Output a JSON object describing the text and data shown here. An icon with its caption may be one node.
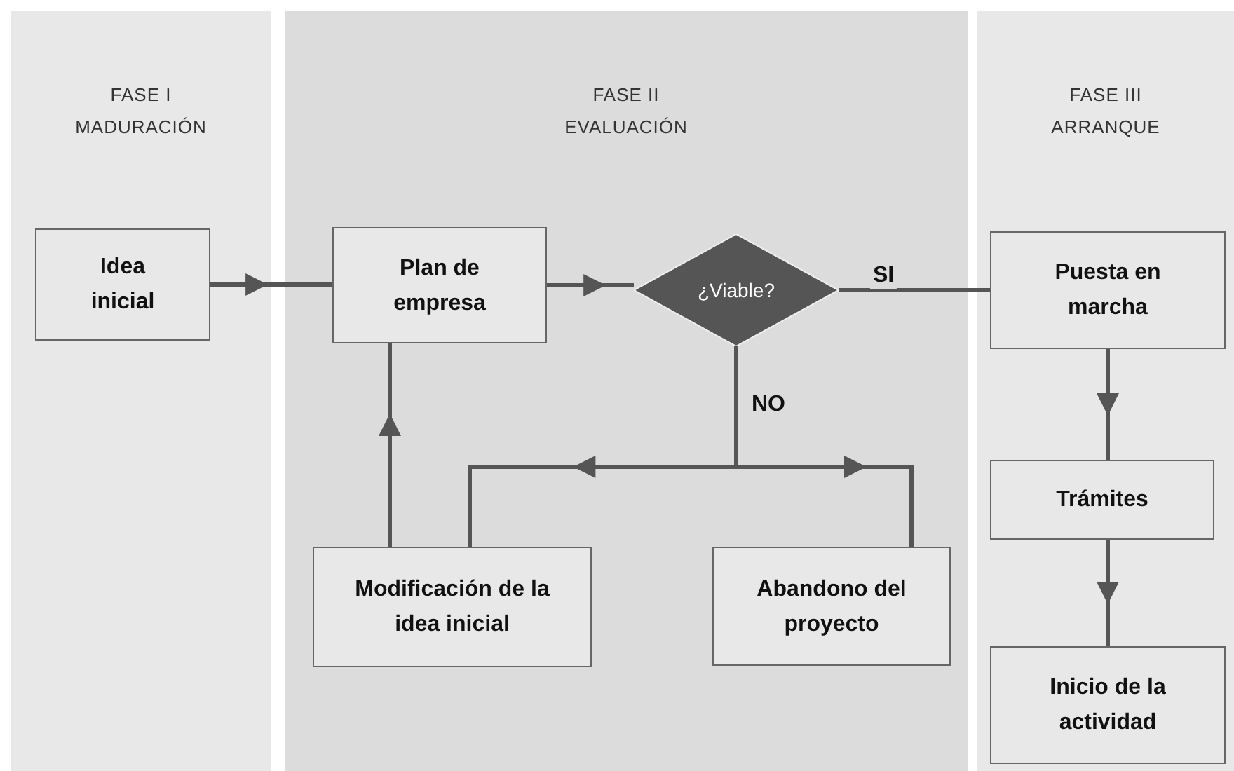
{
  "diagram": {
    "nodes": [
      {
        "text": [
          "FASE I",
          "MADURACIÓN"
        ]
      },
      {
        "text": [
          "Idea inicial"
        ],
        "in": 0
      },
      {
        "text": [
          "FASE II",
          "EVALUACIÓN"
        ]
      },
      {
        "text": [
          "Plan de empresa"
        ],
        "in": 2
      },
      {
        "text": [
          "¿Viable?"
        ],
        "in": 2
      },
      {
        "text": [
          "Modificación de la idea inicial"
        ],
        "in": 2
      },
      {
        "text": [
          "Abandono del proyecto"
        ],
        "in": 2
      },
      {
        "text": [
          "FASE III",
          "ARRANQUE"
        ]
      },
      {
        "text": [
          "Puesta en marcha"
        ],
        "in": 7
      },
      {
        "text": [
          "Trámites"
        ],
        "in": 7
      },
      {
        "text": [
          "Inicio de la actividad"
        ],
        "in": 7
      }
    ],
    "edges": [
      {
        "from": 1,
        "to": 3,
        "arrow": "to"
      },
      {
        "from": 3,
        "to": 4,
        "arrow": "to"
      },
      {
        "from": 4,
        "to": 8,
        "arrow": "none",
        "label": "SI"
      },
      {
        "from": 4,
        "to": 5,
        "arrow": "to",
        "label": "NO"
      },
      {
        "from": 4,
        "to": 6,
        "arrow": "to"
      },
      {
        "from": 5,
        "to": 3,
        "arrow": "to"
      },
      {
        "from": 8,
        "to": 9,
        "arrow": "to"
      },
      {
        "from": 9,
        "to": 10,
        "arrow": "to"
      }
    ]
  }
}
